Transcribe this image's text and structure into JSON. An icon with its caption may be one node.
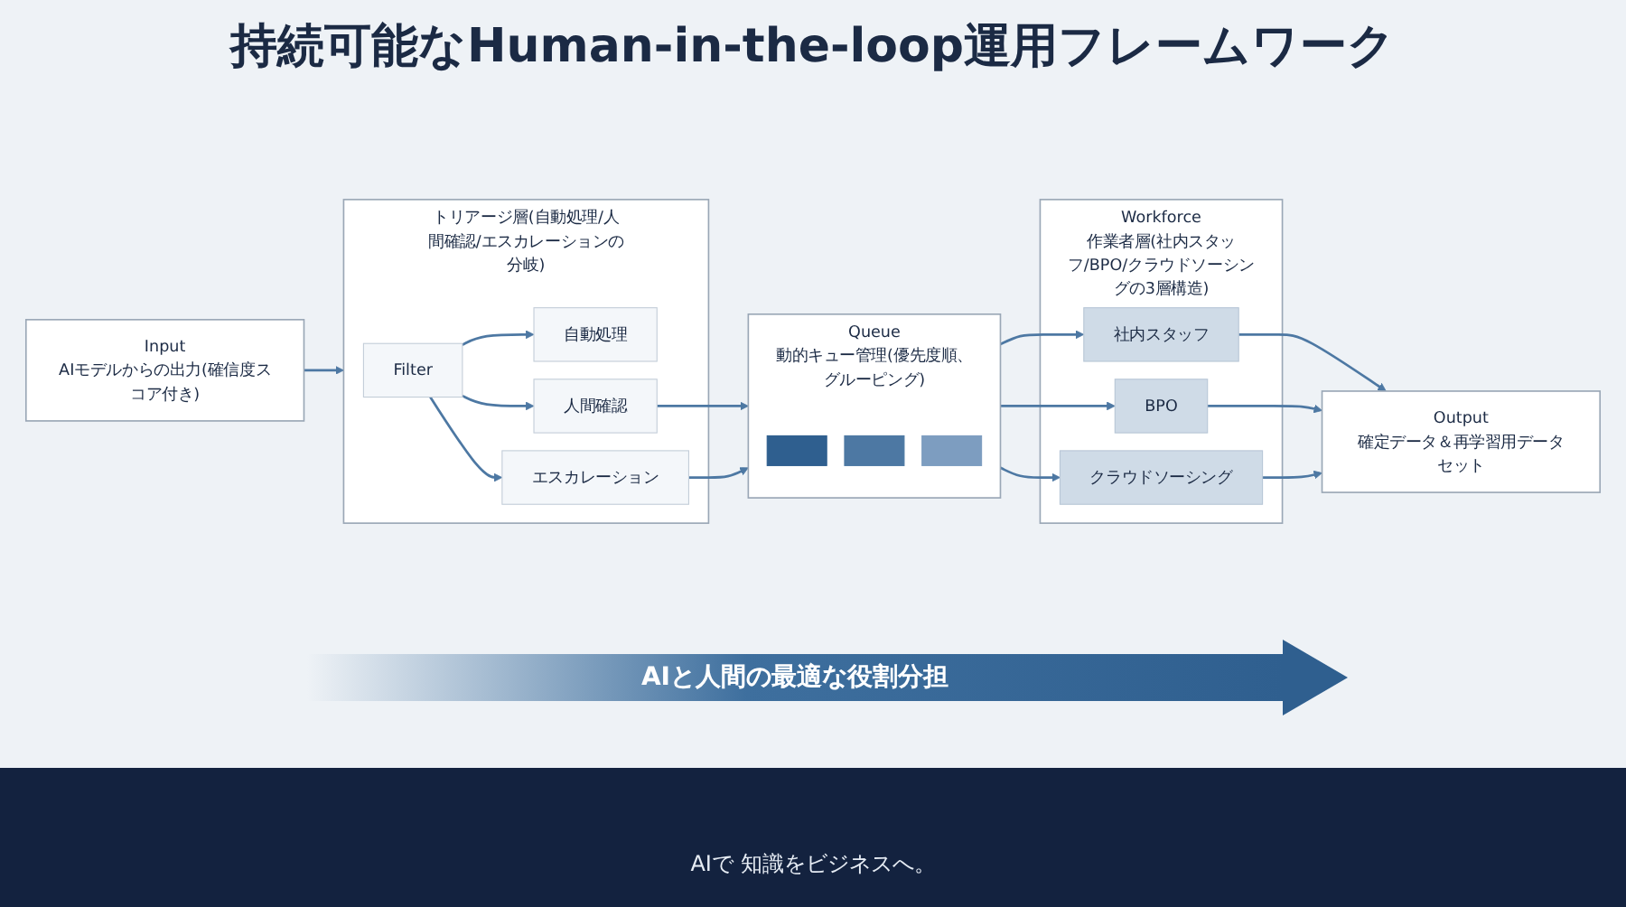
{
  "diagram": {
    "title": "持続可能なHuman-in-the-loop運用フレームワーク",
    "nodes": [
      {
        "text": [
          "Input",
          "AIモデルからの出力(確信度スコア付き)"
        ]
      },
      {
        "text": [
          "トリアージ層(自動処理/人間確認/エスカレーションの分岐)"
        ]
      },
      {
        "text": [
          "Filter"
        ],
        "in": 1
      },
      {
        "text": [
          "自動処理"
        ],
        "in": 1
      },
      {
        "text": [
          "人間確認"
        ],
        "in": 1
      },
      {
        "text": [
          "エスカレーション"
        ],
        "in": 1
      },
      {
        "text": [
          "Queue",
          "動的キュー管理(優先度順、グルーピング)"
        ]
      },
      {
        "text": [],
        "shape": "bar",
        "in": 6
      },
      {
        "text": [],
        "shape": "bar",
        "in": 6
      },
      {
        "text": [],
        "shape": "bar",
        "in": 6
      },
      {
        "text": [
          "Workforce",
          "作業者層(社内スタッフ/BPO/クラウドソーシングの3層構造)"
        ]
      },
      {
        "text": [
          "社内スタッフ"
        ],
        "in": 10
      },
      {
        "text": [
          "BPO"
        ],
        "in": 10
      },
      {
        "text": [
          "クラウドソーシング"
        ],
        "in": 10
      },
      {
        "text": [
          "Output",
          "確定データ＆再学習用データセット"
        ]
      }
    ],
    "edges": [
      {
        "from": 0,
        "to": 1,
        "arrow": "to"
      },
      {
        "from": 2,
        "to": 3,
        "arrow": "to"
      },
      {
        "from": 2,
        "to": 4,
        "arrow": "to"
      },
      {
        "from": 2,
        "to": 5,
        "arrow": "to"
      },
      {
        "from": 4,
        "to": 6,
        "arrow": "to"
      },
      {
        "from": 5,
        "to": 6,
        "arrow": "to"
      },
      {
        "from": 6,
        "to": 11,
        "arrow": "to"
      },
      {
        "from": 6,
        "to": 12,
        "arrow": "to"
      },
      {
        "from": 6,
        "to": 13,
        "arrow": "to"
      },
      {
        "from": 11,
        "to": 14,
        "arrow": "to"
      },
      {
        "from": 12,
        "to": 14,
        "arrow": "to"
      },
      {
        "from": 13,
        "to": 14,
        "arrow": "to"
      }
    ],
    "labels": [
      "AIと人間の最適な役割分担",
      "AIで 知識をビジネスへ。"
    ]
  }
}
